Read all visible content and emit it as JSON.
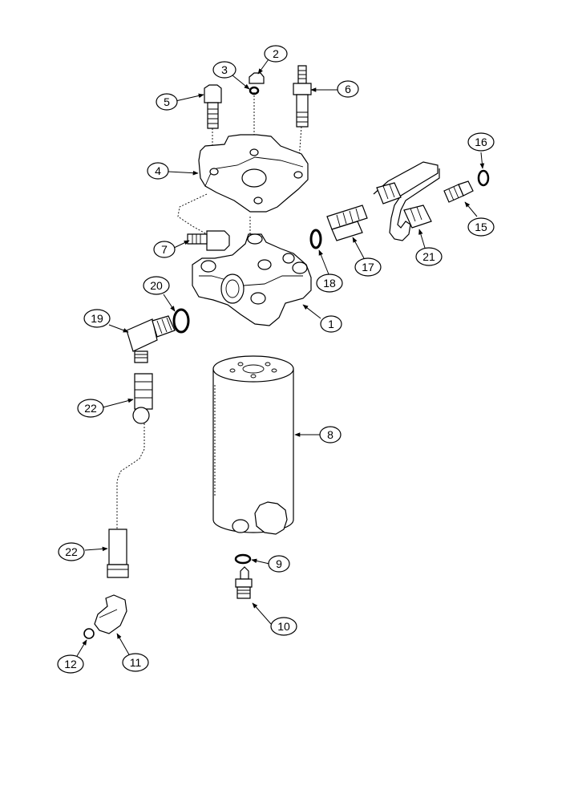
{
  "callouts": [
    "2",
    "3",
    "5",
    "6",
    "4",
    "16",
    "7",
    "18",
    "17",
    "21",
    "15",
    "20",
    "19",
    "1",
    "22",
    "8",
    "22",
    "9",
    "10",
    "12",
    "11"
  ]
}
